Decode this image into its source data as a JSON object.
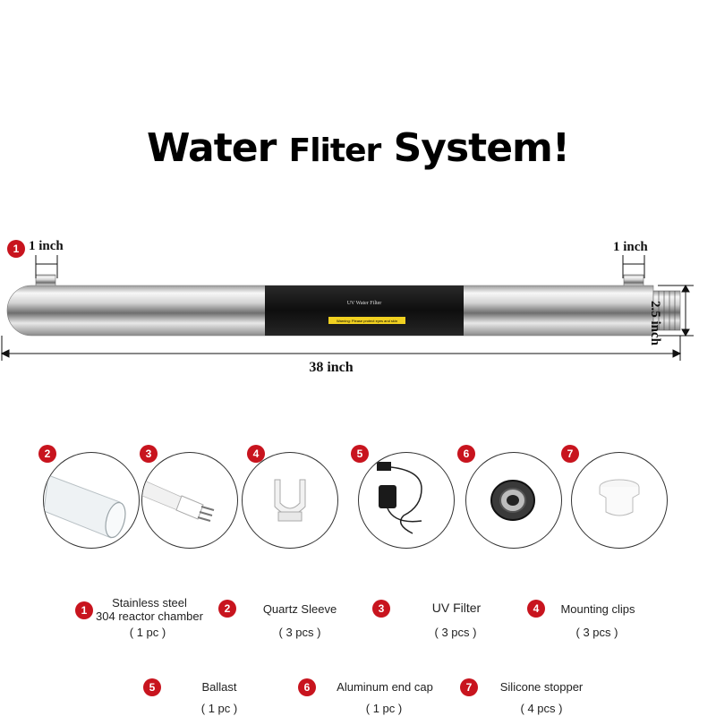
{
  "title": {
    "part1": "Water",
    "part2": "Fliter",
    "part3": "System!"
  },
  "dimensions": {
    "inlet_left": "1 inch",
    "inlet_right": "1 inch",
    "diameter": "2.5 inch",
    "length": "38 inch"
  },
  "product": {
    "band_label": "UV Water Filter",
    "warning": "Warning: Please protect eyes and skin"
  },
  "parts": [
    {
      "num": "1",
      "name": "Stainless steel\n304 reactor chamber",
      "qty": "( 1 pc )"
    },
    {
      "num": "2",
      "name": "Quartz Sleeve",
      "qty": "( 3 pcs )"
    },
    {
      "num": "3",
      "name": "UV Filter",
      "qty": "( 3 pcs )"
    },
    {
      "num": "4",
      "name": "Mounting clips",
      "qty": "( 3 pcs )"
    },
    {
      "num": "5",
      "name": "Ballast",
      "qty": "( 1 pc )"
    },
    {
      "num": "6",
      "name": "Aluminum end cap",
      "qty": "( 1 pc )"
    },
    {
      "num": "7",
      "name": "Silicone stopper",
      "qty": "( 4 pcs )"
    }
  ],
  "colors": {
    "badge": "#c8141e",
    "band": "#161616",
    "steel_light": "#f4f4f4",
    "steel_dark": "#7a7a7a"
  }
}
